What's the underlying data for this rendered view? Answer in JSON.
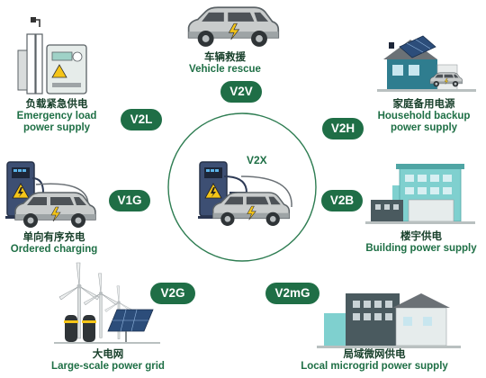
{
  "center": {
    "label": "V2X"
  },
  "nodes": {
    "v2v": {
      "badge": "V2V",
      "cn": "车辆救援",
      "en": "Vehicle rescue"
    },
    "v2h": {
      "badge": "V2H",
      "cn": "家庭备用电源",
      "en1": "Household backup",
      "en2": "power supply"
    },
    "v2b": {
      "badge": "V2B",
      "cn": "楼宇供电",
      "en": "Building power supply"
    },
    "v2mg": {
      "badge": "V2mG",
      "cn": "局域微网供电",
      "en": "Local microgrid power supply"
    },
    "v2g": {
      "badge": "V2G",
      "cn": "大电网",
      "en": "Large-scale power grid"
    },
    "v1g": {
      "badge": "V1G",
      "cn": "单向有序充电",
      "en": "Ordered charging"
    },
    "v2l": {
      "badge": "V2L",
      "cn": "负载紧急供电",
      "en1": "Emergency load",
      "en2": "power supply"
    }
  },
  "colors": {
    "accent": "#1f6e46",
    "car_body": "#c9cccc",
    "charger": "#3d4f73",
    "bolt": "#f5c518"
  }
}
